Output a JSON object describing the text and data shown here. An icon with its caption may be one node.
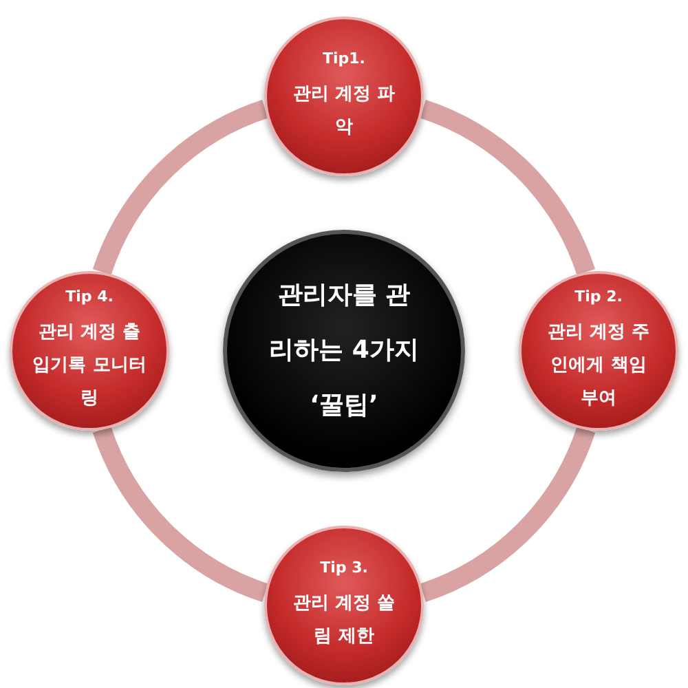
{
  "diagram": {
    "nodes": [
      {
        "text": [
          "Tip1.",
          "관리 계정 파악"
        ]
      },
      {
        "text": [
          "Tip 4.",
          "관리 계정 출입기록 모니터링"
        ]
      },
      {
        "text": [
          "관리자를 관리하는 4가지 ‘꿀팁’"
        ]
      },
      {
        "text": [
          "Tip 2.",
          "관리 계정 주인에게 책임 부여"
        ]
      },
      {
        "text": [
          "Tip 3.",
          "관리 계정 쏠림 제한"
        ]
      }
    ],
    "edges": [
      {
        "from": 0,
        "to": 3,
        "arrow": "none"
      },
      {
        "from": 3,
        "to": 4,
        "arrow": "none"
      },
      {
        "from": 4,
        "to": 1,
        "arrow": "none"
      },
      {
        "from": 1,
        "to": 0,
        "arrow": "none"
      }
    ]
  }
}
